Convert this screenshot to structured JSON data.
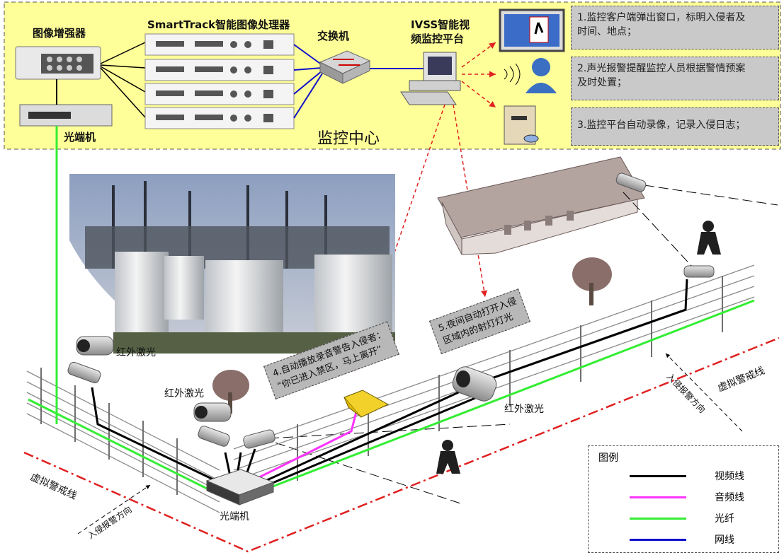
{
  "control_center": {
    "title": "监控中心",
    "enhancer_label": "图像增强器",
    "processor_label": "SmartTrack智能图像处理器",
    "switch_label": "交换机",
    "platform_label_line1": "IVSS智能视",
    "platform_label_line2": "频监控平台",
    "optical_terminal_label": "光端机"
  },
  "responses": [
    {
      "line1": "1.监控客户端弹出窗口，标明入侵者及",
      "line2": "时间、地点；"
    },
    {
      "line1": "2.声光报警提醒监控人员根据警情预案",
      "line2": "及时处置；"
    },
    {
      "line1": "3.监控平台自动录像，记录入侵日志；",
      "line2": ""
    }
  ],
  "notes": {
    "note4_line1": "4.自动播放录音警告入侵者：",
    "note4_line2": "“你已进入禁区，马上离开”",
    "note5_line1": "5.夜间自动打开入侵",
    "note5_line2": "区域内的射灯灯光"
  },
  "field_labels": {
    "infrared_1": "红外激光",
    "infrared_2": "红外激光",
    "infrared_3": "红外激光",
    "optical_terminal_field": "光端机",
    "virtual_line_left": "虚拟警戒线",
    "virtual_line_right": "虚拟警戒线",
    "direction_left": "入侵报警方向",
    "direction_right": "入侵报警方向"
  },
  "legend": {
    "title": "图例",
    "items": [
      {
        "label": "视频线",
        "color": "#000000"
      },
      {
        "label": "音频线",
        "color": "#ff33ff"
      },
      {
        "label": "光纤",
        "color": "#33ee33"
      },
      {
        "label": "网线",
        "color": "#1010cc"
      }
    ]
  },
  "colors": {
    "panel_bg": "#ffff99",
    "fiber": "#33ee33",
    "video": "#000000",
    "audio": "#ff33ff",
    "network": "#1010cc",
    "virtual_line": "#e02020"
  }
}
